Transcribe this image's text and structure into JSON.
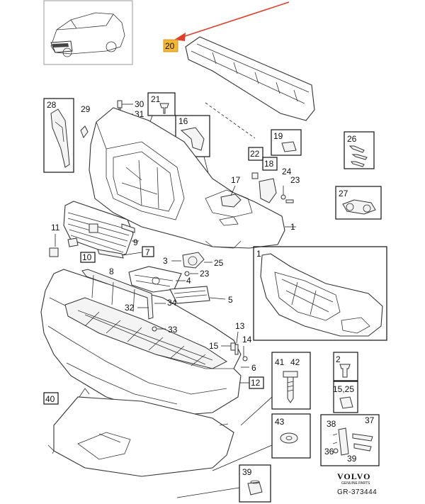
{
  "diagram": {
    "labels": {
      "l1": "1",
      "l1b": "1",
      "l2": "2",
      "l3": "3",
      "l4": "4",
      "l5": "5",
      "l6": "6",
      "l7": "7",
      "l8": "8",
      "l9": "9",
      "l10": "10",
      "l11": "11",
      "l12": "12",
      "l13": "13",
      "l14": "14",
      "l15": "15",
      "l16": "16",
      "l17": "17",
      "l18": "18",
      "l19": "19",
      "l20": "20",
      "l21": "21",
      "l22": "22",
      "l23a": "23",
      "l23b": "23",
      "l24": "24",
      "l25a": "25",
      "l26": "26",
      "l27": "27",
      "l28": "28",
      "l29": "29",
      "l30": "30",
      "l31": "31",
      "l32": "32",
      "l33": "33",
      "l34": "34",
      "l36": "36",
      "l37": "37",
      "l38": "38",
      "l39": "39",
      "l39b": "39",
      "l40": "40",
      "l41": "41",
      "l42": "42",
      "l43": "43",
      "l1525": "15,25"
    },
    "brand": "VOLVO",
    "brand_sub": "GENUINE PARTS",
    "reference": "GR-373444",
    "colors": {
      "highlight": "#f5b731",
      "arrow": "#e0402a",
      "line": "#333333"
    }
  }
}
